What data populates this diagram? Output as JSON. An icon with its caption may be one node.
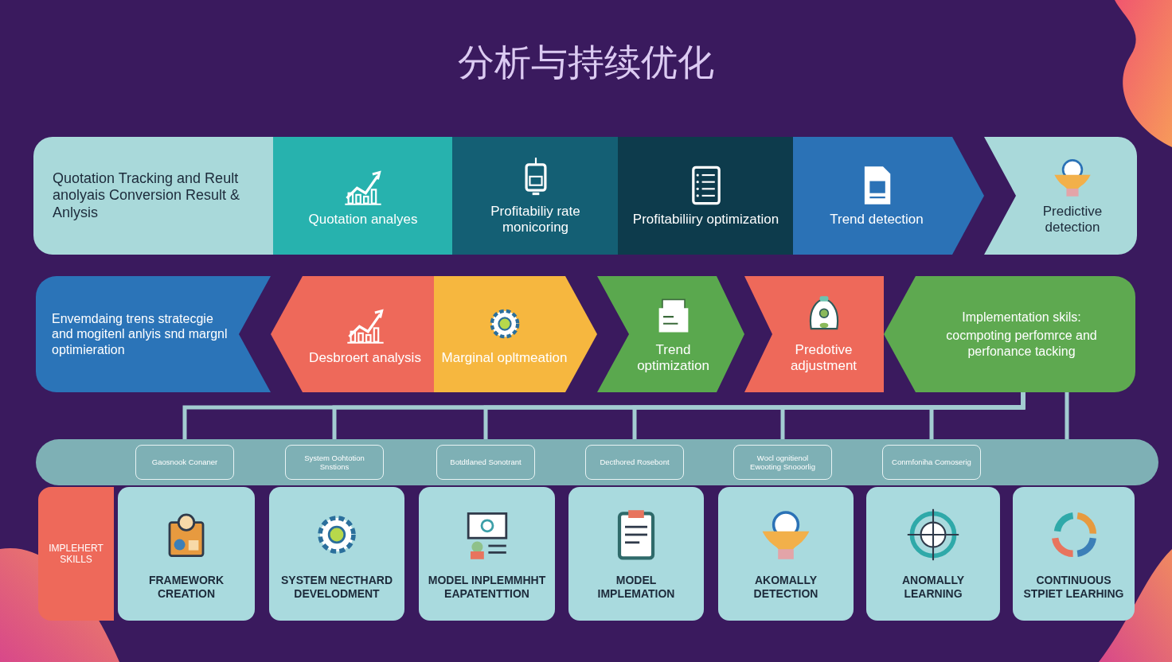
{
  "diagram": {
    "title": "分析与持续优化",
    "nodes": [
      {
        "text": [
          "Quotation Tracking and Reult anolyais Conversion Result & Anlysis"
        ]
      },
      {
        "text": [
          "Quotation analyes"
        ]
      },
      {
        "text": [
          "Profitabiliy rate monicoring"
        ]
      },
      {
        "text": [
          "Profitabiliiry optimization"
        ]
      },
      {
        "text": [
          "Trend detection"
        ]
      },
      {
        "text": [
          "Predictive detection"
        ]
      },
      {
        "text": [
          "Envemdaing trens stratecgie and mogitenl anlyis snd margnl optimieration"
        ]
      },
      {
        "text": [
          "Desbroert analysis"
        ]
      },
      {
        "text": [
          "Marginal opltmeation"
        ]
      },
      {
        "text": [
          "Trend optimization"
        ]
      },
      {
        "text": [
          "Predotive adjustment"
        ]
      },
      {
        "text": [
          "Implementation skils:",
          "cocmpoting perfomrce and perfonance tacking"
        ]
      },
      {
        "text": [],
        "shape": "bar"
      },
      {
        "text": [
          "Gaosnook Conaner"
        ],
        "in": 12
      },
      {
        "text": [
          "System Oohtotion Snstions"
        ],
        "in": 12
      },
      {
        "text": [
          "Botdtlaned Sonotrant"
        ],
        "in": 12
      },
      {
        "text": [
          "Decthored Rosebont"
        ],
        "in": 12
      },
      {
        "text": [
          "Wocl ognitienol Ewooting Snooorlig"
        ],
        "in": 12
      },
      {
        "text": [
          "Conmfoniha Comoserig"
        ],
        "in": 12
      },
      {
        "text": [
          "IMPLEHERT SKILLS"
        ]
      },
      {
        "text": [
          "FRAMEWORK CREATION"
        ]
      },
      {
        "text": [
          "SYSTEM NECTHARD DEVELODMENT"
        ]
      },
      {
        "text": [
          "MODEL INPLEMMHHT EAPATENTTION"
        ]
      },
      {
        "text": [
          "MODEL IMPLEMATION"
        ]
      },
      {
        "text": [
          "AKOMALLY DETECTION"
        ]
      },
      {
        "text": [
          "ANOMALLY LEARNING"
        ]
      },
      {
        "text": [
          "CONTINUOUS STPIET LEARHING"
        ]
      }
    ],
    "edges": [
      {
        "from": 11,
        "to": 13,
        "arrow": "none"
      },
      {
        "from": 11,
        "to": 14,
        "arrow": "none"
      },
      {
        "from": 11,
        "to": 15,
        "arrow": "none"
      },
      {
        "from": 11,
        "to": 16,
        "arrow": "none"
      },
      {
        "from": 11,
        "to": 17,
        "arrow": "none"
      },
      {
        "from": 11,
        "to": 18,
        "arrow": "none"
      },
      {
        "from": 11,
        "to": 12,
        "arrow": "none"
      }
    ]
  }
}
